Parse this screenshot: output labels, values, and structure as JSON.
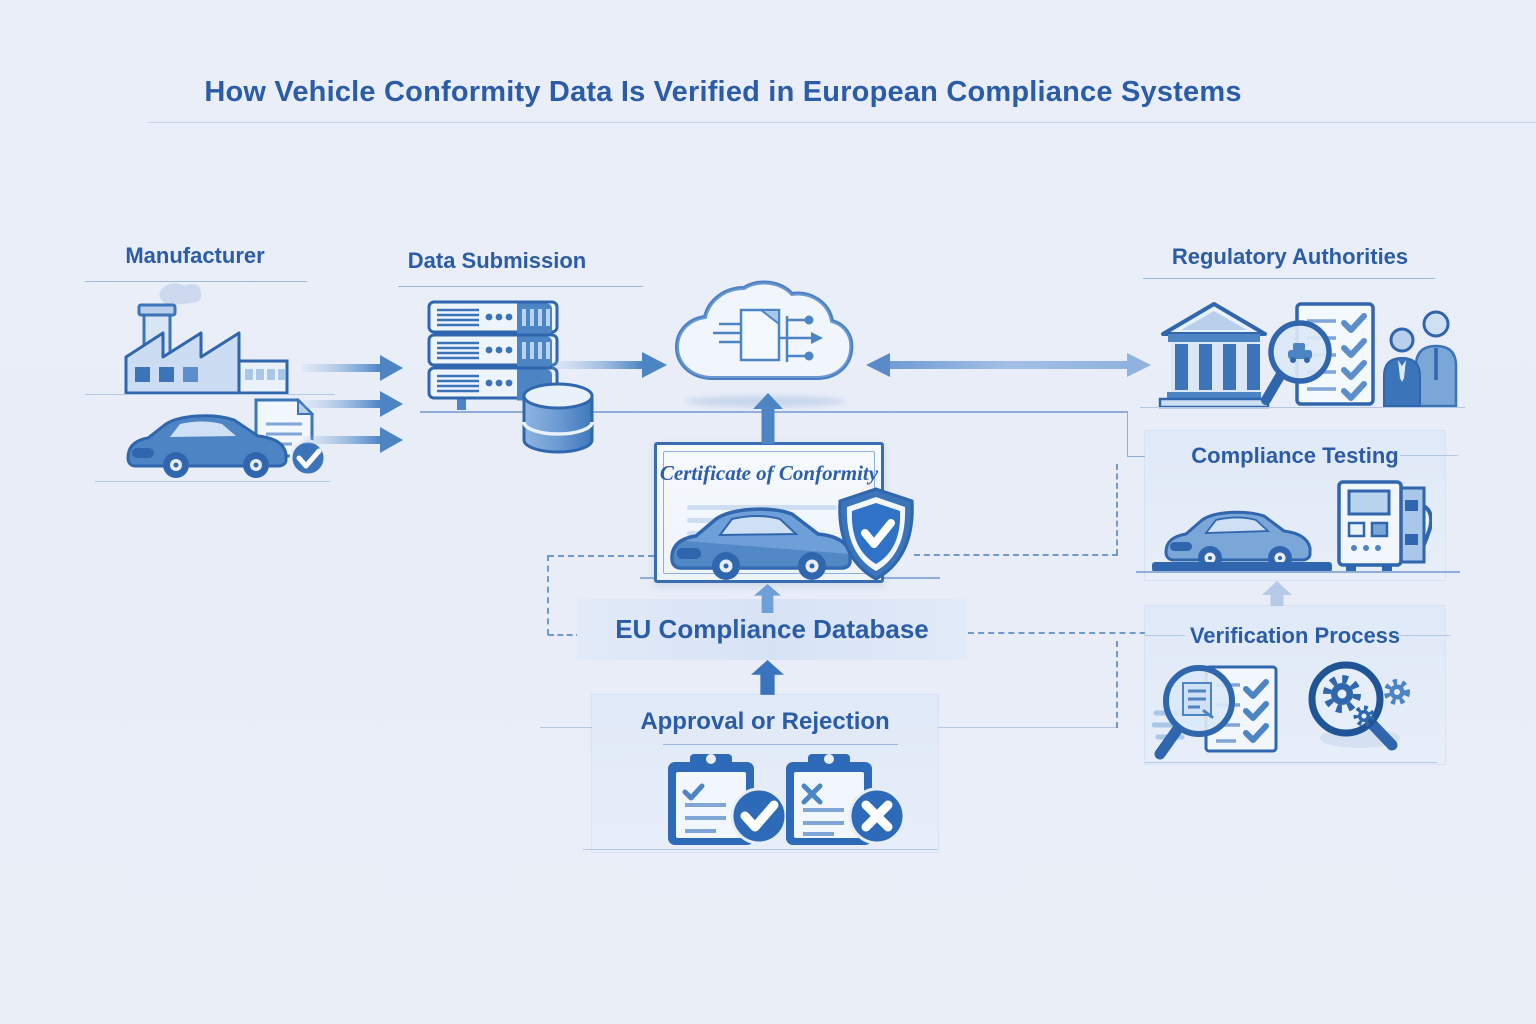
{
  "title": "How Vehicle Conformity Data Is Verified in European Compliance Systems",
  "sections": {
    "manufacturer": {
      "label": "Manufacturer",
      "icons": [
        "factory-icon",
        "vehicle-with-approved-document-icon"
      ]
    },
    "data_submission": {
      "label": "Data Submission",
      "icons": [
        "server-stack-icon",
        "database-cylinder-icon"
      ]
    },
    "cloud_exchange": {
      "icons": [
        "cloud-data-transfer-icon"
      ]
    },
    "regulatory_authorities": {
      "label": "Regulatory Authorities",
      "icons": [
        "government-building-icon",
        "vehicle-inspection-magnifier-icon",
        "compliance-checklist-icon",
        "officials-icon"
      ]
    },
    "certificate": {
      "title": "Certificate of Conformity",
      "icons": [
        "certified-vehicle-icon",
        "shield-check-icon"
      ]
    },
    "eu_database": {
      "label": "EU Compliance Database"
    },
    "approval": {
      "label": "Approval or Rejection",
      "icons": [
        "clipboard-approved-icon",
        "clipboard-rejected-icon"
      ]
    },
    "compliance_testing": {
      "label": "Compliance Testing",
      "icons": [
        "test-vehicle-icon",
        "diagnostic-station-icon"
      ]
    },
    "verification": {
      "label": "Verification Process",
      "icons": [
        "document-review-magnifier-icon",
        "gears-analysis-magnifier-icon"
      ]
    }
  },
  "colors": {
    "background": "#e9edf8",
    "heading_text": "#2b5ca7",
    "icon_dark_blue": "#2f66ae",
    "icon_mid_blue": "#4d84c4",
    "icon_light_blue": "#aac7e9",
    "panel_fill": "#e2eaf8",
    "certificate_fill": "#f5f9fe",
    "connector_solid": "#8fadd8",
    "connector_dashed": "#6f9ace"
  }
}
